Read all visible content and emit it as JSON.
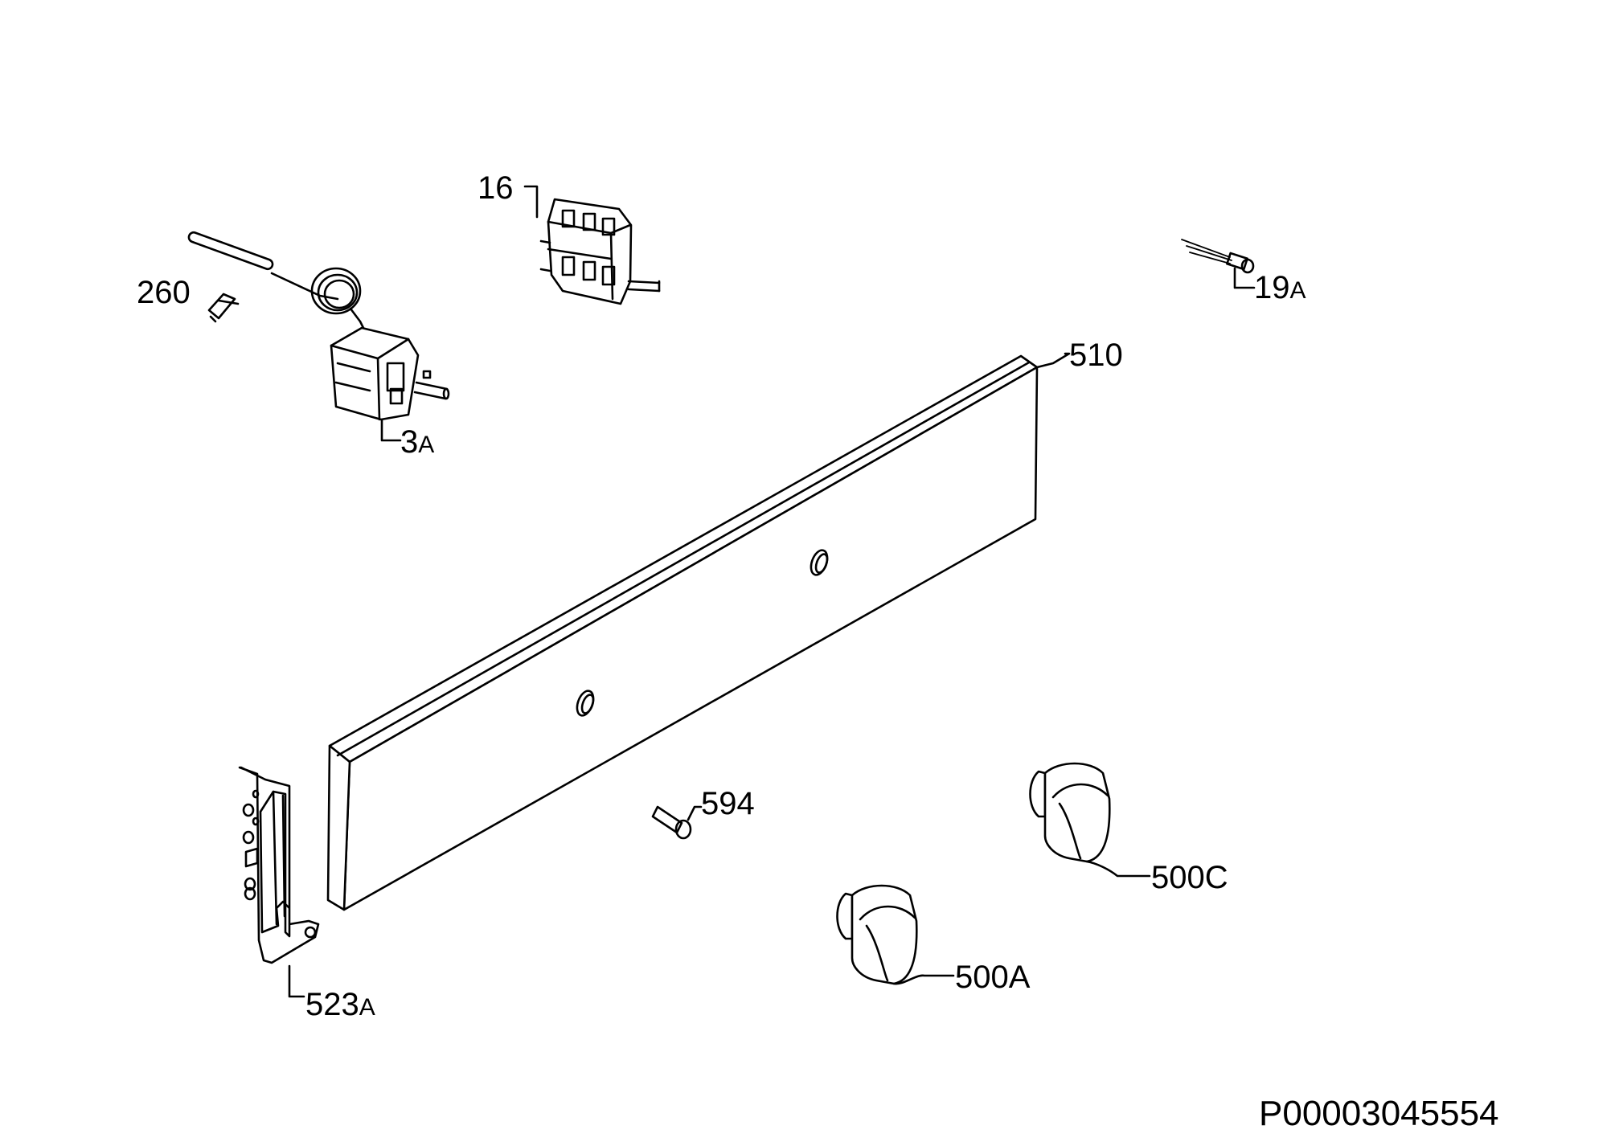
{
  "diagram": {
    "parts": [
      {
        "id": "16",
        "main": "16",
        "suffix": ""
      },
      {
        "id": "260",
        "main": "260",
        "suffix": ""
      },
      {
        "id": "3A",
        "main": "3",
        "suffix": "A"
      },
      {
        "id": "19A",
        "main": "19",
        "suffix": "A"
      },
      {
        "id": "510",
        "main": "510",
        "suffix": ""
      },
      {
        "id": "594",
        "main": "594",
        "suffix": ""
      },
      {
        "id": "500C",
        "main": "500C",
        "suffix": ""
      },
      {
        "id": "500A",
        "main": "500A",
        "suffix": ""
      },
      {
        "id": "523A",
        "main": "523",
        "suffix": "A"
      }
    ],
    "reference": "P00003045554"
  }
}
